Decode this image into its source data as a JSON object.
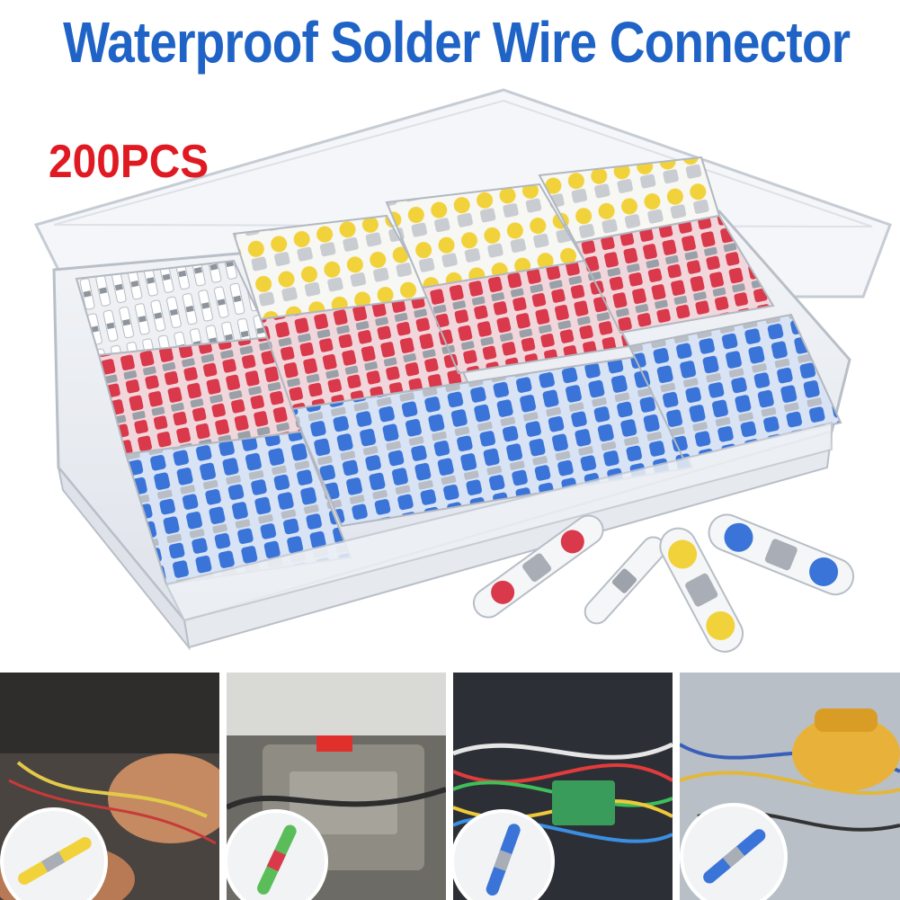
{
  "title": "Waterproof Solder Wire Connector",
  "badge": "200PCS",
  "colors": {
    "title_blue": "#1f63c6",
    "badge_red": "#e01a22",
    "connector_yellow": "#f2d23a",
    "connector_red": "#d9394a",
    "connector_blue": "#3a74d8"
  },
  "photos": [
    {
      "name": "hands-soldering-yellow-connector"
    },
    {
      "name": "engine-wiring-green-connector"
    },
    {
      "name": "colored-wire-bundle-blue-connector"
    },
    {
      "name": "gloved-hand-electrical-panel"
    }
  ]
}
